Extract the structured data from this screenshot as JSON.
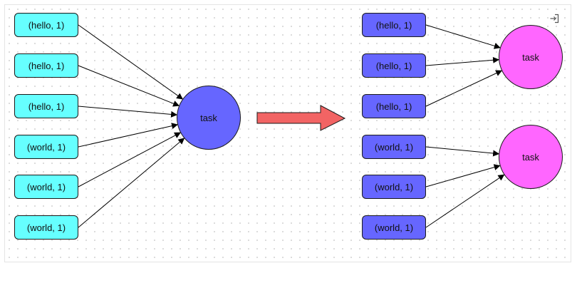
{
  "colors": {
    "left_input_fill": "#66ffff",
    "right_input_fill": "#6666ff",
    "left_task_fill": "#6666ff",
    "right_task_fill": "#ff66ff",
    "transition_arrow_fill": "#f26464",
    "edge_color": "#000000"
  },
  "icons": {
    "toolbar": "exit-icon"
  },
  "left": {
    "inputs": [
      "(hello, 1)",
      "(hello, 1)",
      "(hello, 1)",
      "(world, 1)",
      "(world, 1)",
      "(world, 1)"
    ],
    "task": "task"
  },
  "right": {
    "inputs": [
      "(hello, 1)",
      "(hello, 1)",
      "(hello, 1)",
      "(world, 1)",
      "(world, 1)",
      "(world, 1)"
    ],
    "tasks": [
      "task",
      "task"
    ]
  },
  "edges": {
    "left": [
      [
        0,
        0
      ],
      [
        1,
        0
      ],
      [
        2,
        0
      ],
      [
        3,
        0
      ],
      [
        4,
        0
      ],
      [
        5,
        0
      ]
    ],
    "right": [
      [
        0,
        0
      ],
      [
        1,
        0
      ],
      [
        2,
        0
      ],
      [
        3,
        1
      ],
      [
        4,
        1
      ],
      [
        5,
        1
      ]
    ]
  }
}
